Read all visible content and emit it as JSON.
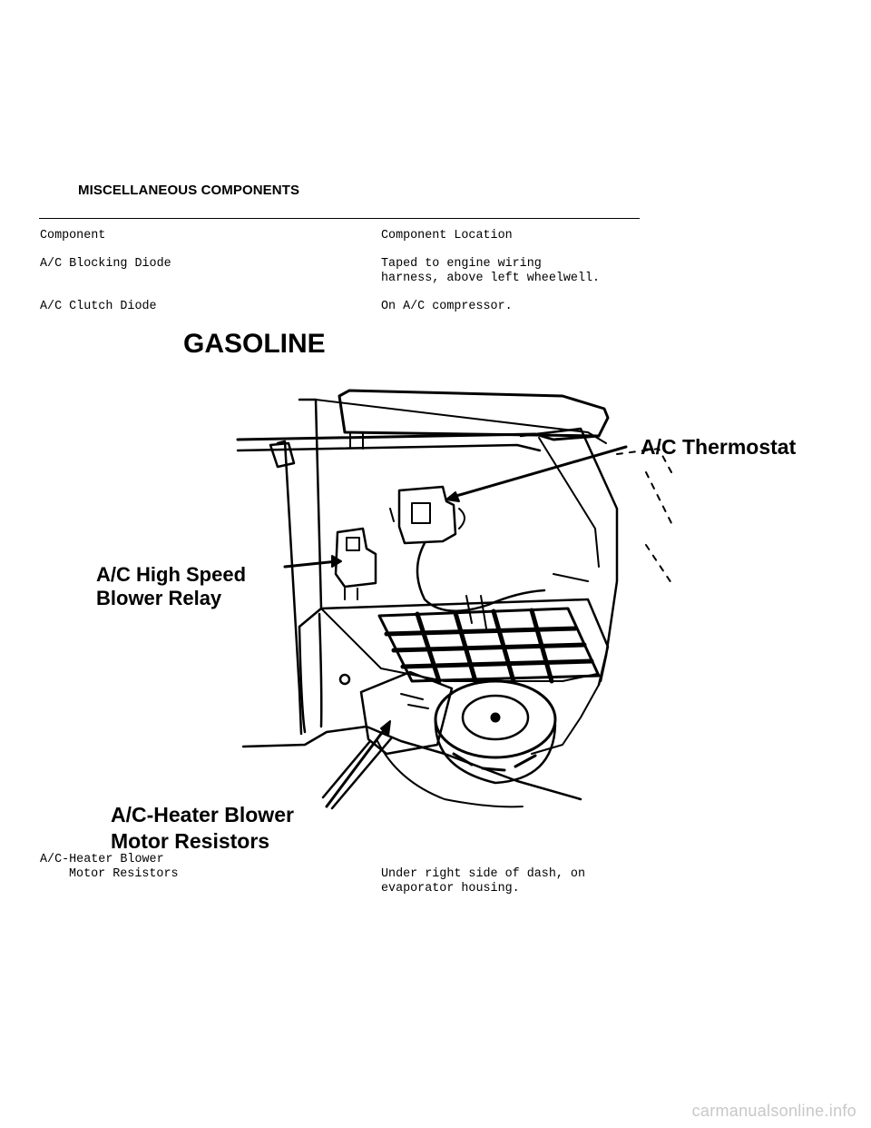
{
  "section": {
    "heading": "MISCELLANEOUS COMPONENTS"
  },
  "table": {
    "headers": {
      "component": "Component",
      "location": "Component Location"
    },
    "rows": [
      {
        "component": "A/C Blocking Diode",
        "location_line1": "Taped to engine wiring",
        "location_line2": "harness, above left wheelwell."
      },
      {
        "component": "A/C Clutch Diode",
        "location_line1": "On A/C compressor."
      },
      {
        "component_line1": "A/C-Heater Blower",
        "component_line2": "Motor Resistors",
        "location_line1": "Under right side of dash, on",
        "location_line2": "evaporator housing."
      }
    ]
  },
  "figure": {
    "title": "GASOLINE",
    "callouts": {
      "thermostat": "A/C Thermostat",
      "relay_line1": "A/C High Speed",
      "relay_line2": "Blower Relay",
      "resistors_line1": "A/C-Heater Blower",
      "resistors_line2": "Motor Resistors"
    }
  },
  "footer": {
    "watermark": "carmanualsonline.info"
  }
}
